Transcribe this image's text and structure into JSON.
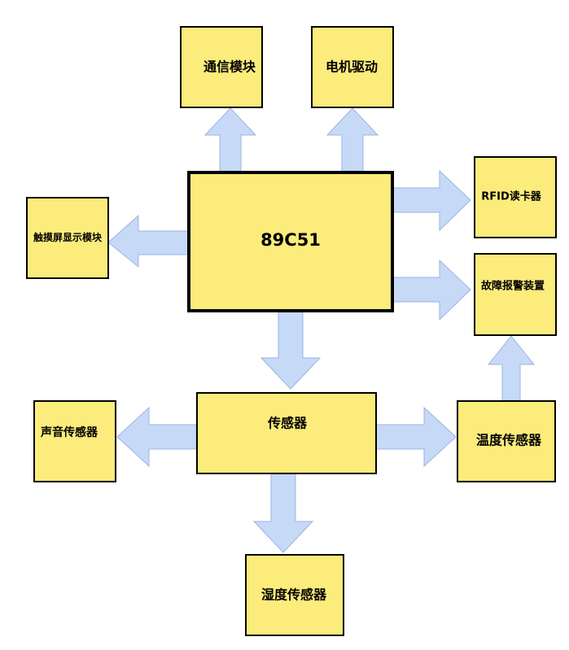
{
  "nodes": {
    "main": "89C51",
    "comm": "通信模块",
    "motor": "电机驱动",
    "touch": "触摸屏显示模块",
    "rfid": "RFID读卡器",
    "alarm": "故障报警装置",
    "sensor": "传感器",
    "sound": "声音传感器",
    "temp": "温度传感器",
    "humidity": "湿度传感器"
  },
  "colors": {
    "box_fill": "#FCEC7C",
    "arrow_fill": "#C6D9F7",
    "border": "#000000"
  }
}
